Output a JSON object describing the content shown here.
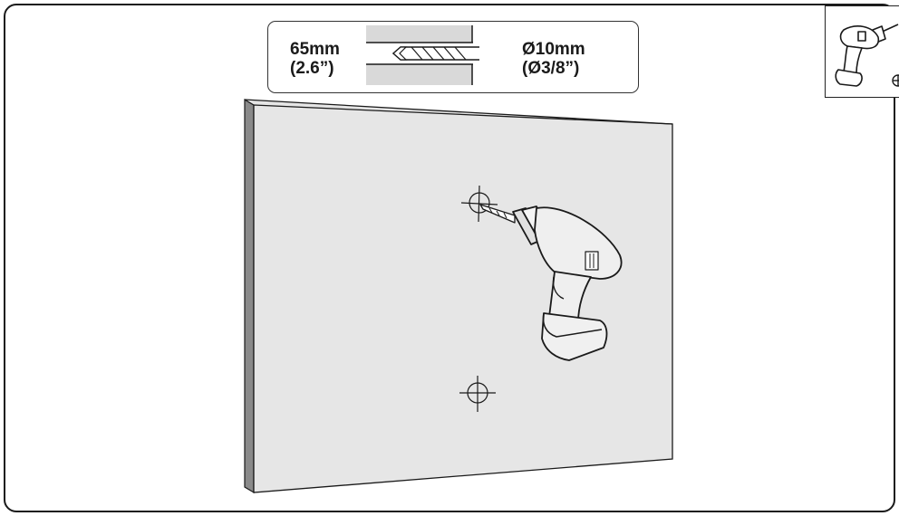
{
  "spec": {
    "depth_mm": "65mm",
    "depth_in": "(2.6”)",
    "diameter_mm": "Ø10mm",
    "diameter_in": "(Ø3/8”)"
  },
  "icons": {
    "drill_bit": "drill-bit-icon",
    "power_drill": "power-drill-icon",
    "crosshair": "crosshair-icon",
    "plus": "plus-circle-icon"
  },
  "colors": {
    "line": "#1a1a1a",
    "wall_face": "#e6e6e6",
    "wall_edge": "#8a8a8a",
    "bit_shade": "#d9d9d9",
    "drill_body": "#efefef"
  }
}
